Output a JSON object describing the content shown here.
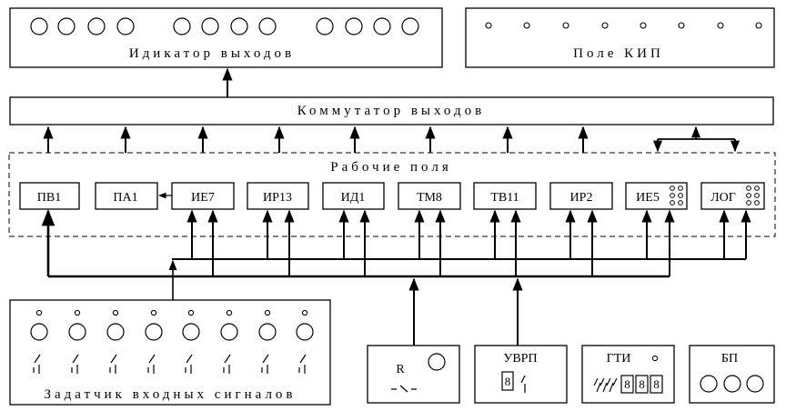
{
  "indicator": {
    "label": "Идикатор выходов"
  },
  "kip": {
    "label": "Поле КИП"
  },
  "commutator": {
    "label": "Коммутатор выходов"
  },
  "work_area": {
    "label": "Рабочие поля"
  },
  "modules": [
    {
      "label": "ПВ1"
    },
    {
      "label": "ПА1"
    },
    {
      "label": "ИЕ7"
    },
    {
      "label": "ИР13"
    },
    {
      "label": "ИД1"
    },
    {
      "label": "ТМ8"
    },
    {
      "label": "ТВ11"
    },
    {
      "label": "ИР2"
    },
    {
      "label": "ИЕ5"
    },
    {
      "label": "ЛОГ"
    }
  ],
  "input_setter": {
    "label": "Задатчик входных сигналов"
  },
  "reset_box": {
    "label": "R"
  },
  "uvrp_box": {
    "label": "УВРП",
    "digit": "8"
  },
  "gti_box": {
    "label": "ГТИ",
    "digits": [
      "8",
      "8",
      "8"
    ]
  },
  "power_box": {
    "label": "БП"
  }
}
